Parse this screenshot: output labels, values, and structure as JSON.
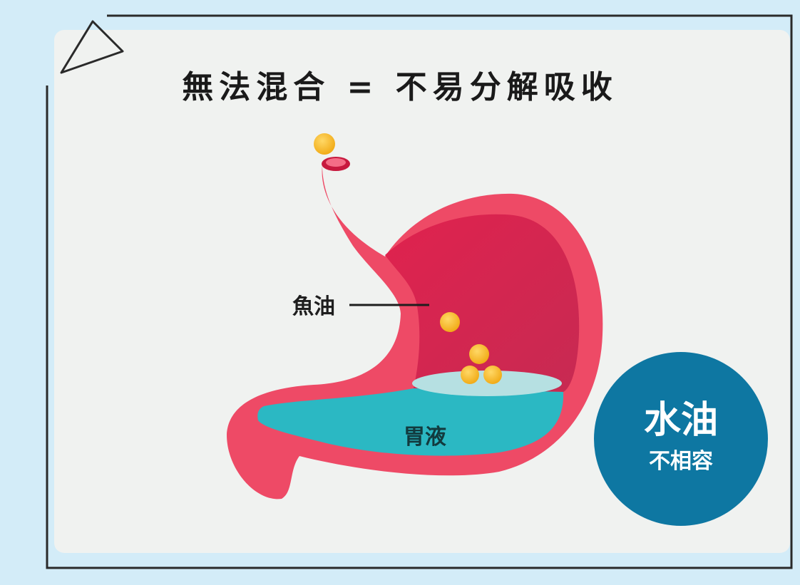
{
  "title": "無法混合 = 不易分解吸收",
  "labels": {
    "fish_oil": "魚油",
    "gastric_juice": "胃液"
  },
  "badge": {
    "main": "水油",
    "sub": "不相容"
  },
  "colors": {
    "background": "#d3ecf8",
    "card": "#f0f2f0",
    "stomach_wall": "#ee4a66",
    "stomach_inner": "#d42a52",
    "gastric_juice": "#2bb8c3",
    "oil_droplet": "#f3b41c",
    "badge": "#0e77a2"
  }
}
